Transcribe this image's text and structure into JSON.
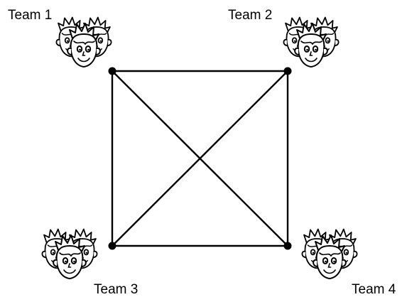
{
  "diagram": {
    "teams": [
      {
        "id": "t1",
        "label": "Team 1",
        "icon": "kids-group-icon"
      },
      {
        "id": "t2",
        "label": "Team 2",
        "icon": "kids-group-icon"
      },
      {
        "id": "t3",
        "label": "Team 3",
        "icon": "kids-group-icon"
      },
      {
        "id": "t4",
        "label": "Team 4",
        "icon": "kids-group-icon"
      }
    ],
    "edges": [
      [
        "t1",
        "t2"
      ],
      [
        "t2",
        "t4"
      ],
      [
        "t4",
        "t3"
      ],
      [
        "t3",
        "t1"
      ],
      [
        "t1",
        "t4"
      ],
      [
        "t2",
        "t3"
      ]
    ]
  }
}
